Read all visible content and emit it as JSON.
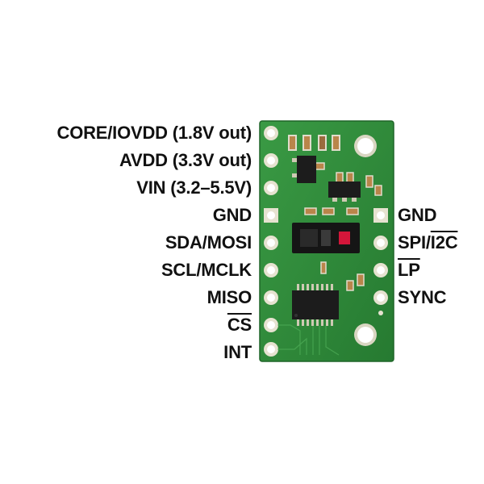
{
  "left_pins": [
    {
      "text": "CORE/IOVDD (1.8V out)",
      "overline": ""
    },
    {
      "text": "AVDD (3.3V out)",
      "overline": ""
    },
    {
      "text": "VIN (3.2–5.5V)",
      "overline": ""
    },
    {
      "text": "GND",
      "overline": ""
    },
    {
      "text": "SDA/MOSI",
      "overline": ""
    },
    {
      "text": "SCL/MCLK",
      "overline": ""
    },
    {
      "text": "MISO",
      "overline": ""
    },
    {
      "text": "",
      "overline": "CS"
    },
    {
      "text": "INT",
      "overline": ""
    }
  ],
  "right_pins": [
    {
      "text": "GND",
      "overline": ""
    },
    {
      "text": "SPI/",
      "overline": "I2C"
    },
    {
      "text": "",
      "overline": "LP"
    },
    {
      "text": "SYNC",
      "overline": ""
    }
  ],
  "colors": {
    "pcb": "#2f8a3a",
    "pcb_edge": "#256f2e",
    "pad": "#e6e2d0",
    "text": "#111111",
    "chip": "#1c1c1c",
    "connector_red": "#d3163a"
  }
}
